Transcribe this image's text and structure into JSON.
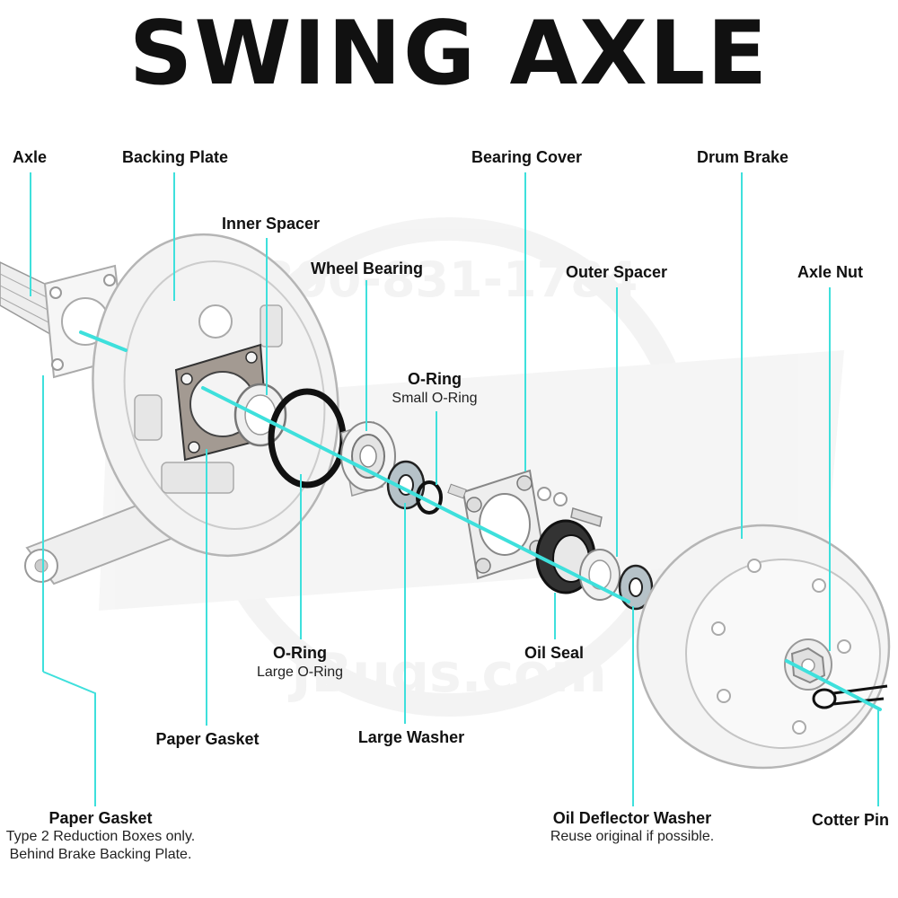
{
  "title": "SWING AXLE",
  "watermark": {
    "phone": "800-831-1784",
    "site": "JBugs.com"
  },
  "colors": {
    "leader": "#3ee0dc",
    "part_fill": "#f4f4f4",
    "part_stroke": "#b8b8b8",
    "dark_part": "#1a1a1a",
    "gasket": "#a09890"
  },
  "labels": {
    "axle": "Axle",
    "backing_plate": "Backing Plate",
    "inner_spacer": "Inner Spacer",
    "wheel_bearing": "Wheel Bearing",
    "o_ring_small": "O-Ring",
    "o_ring_small_note": "Small O-Ring",
    "bearing_cover": "Bearing Cover",
    "outer_spacer": "Outer Spacer",
    "drum_brake": "Drum Brake",
    "axle_nut": "Axle Nut",
    "o_ring_large": "O-Ring",
    "o_ring_large_note": "Large O-Ring",
    "oil_seal": "Oil Seal",
    "paper_gasket_center": "Paper Gasket",
    "large_washer": "Large Washer",
    "paper_gasket_bottom": "Paper Gasket",
    "paper_gasket_note_1": "Type 2 Reduction Boxes only.",
    "paper_gasket_note_2": "Behind Brake Backing Plate.",
    "oil_deflector_washer": "Oil Deflector Washer",
    "oil_deflector_note": "Reuse original if possible.",
    "cotter_pin": "Cotter Pin"
  }
}
